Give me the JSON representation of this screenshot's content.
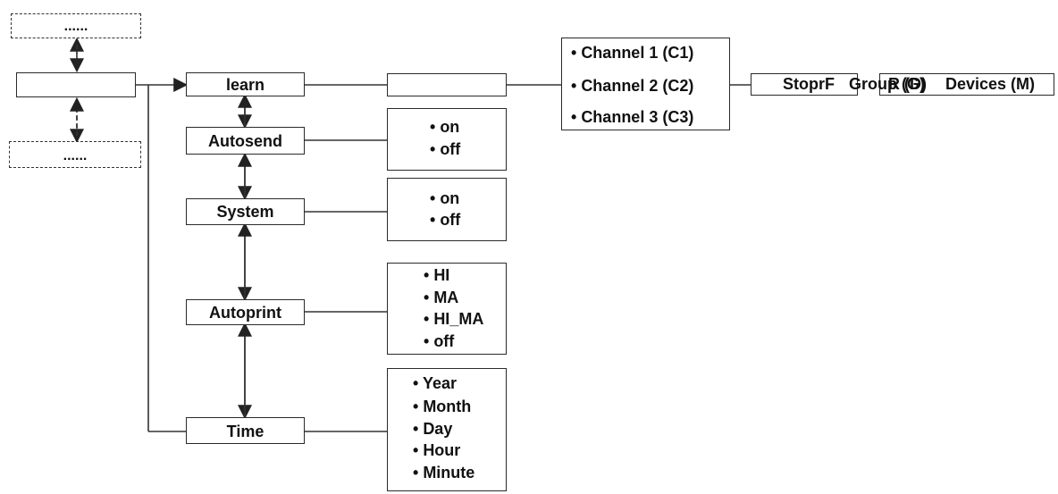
{
  "top_placeholder": "......",
  "bottom_placeholder": "......",
  "menu": {
    "learn": "learn",
    "autosend": "Autosend",
    "system": "System",
    "autoprint": "Autoprint",
    "time": "Time"
  },
  "channels": [
    "Channel 1 (C1)",
    "Channel 2 (C2)",
    "Channel 3 (C3)"
  ],
  "overlap": {
    "part1": "StoprF",
    "part2": "Group (G)",
    "part3": "R (D)",
    "part4": "Devices (M)"
  },
  "autosend_options": [
    "on",
    "off"
  ],
  "system_options": [
    "on",
    "off"
  ],
  "autoprint_options": [
    "HI",
    "MA",
    "HI_MA",
    "off"
  ],
  "time_options": [
    "Year",
    "Month",
    "Day",
    "Hour",
    "Minute"
  ]
}
